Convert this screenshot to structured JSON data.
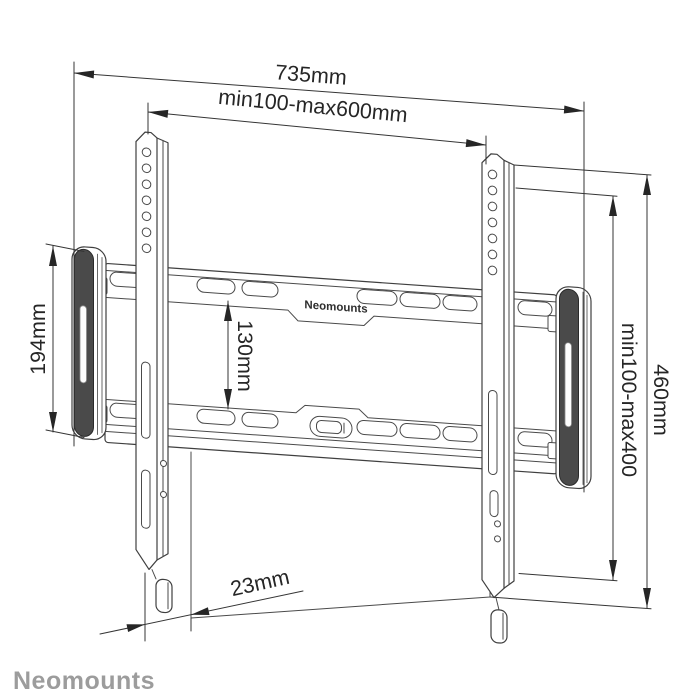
{
  "dimensions": {
    "total_width": "735mm",
    "vesa_width_range": "min100-max600mm",
    "plate_height": "194mm",
    "inner_gap": "130mm",
    "vesa_height_range": "min100-max400",
    "total_height": "460mm",
    "wall_depth": "23mm"
  },
  "branding": {
    "plate_logo": "Neomounts",
    "footer_logo": "Neomounts"
  },
  "colors": {
    "background": "#ffffff",
    "line": "#3f3f3f",
    "dimension_text": "#262626",
    "cap_fill": "#4a4a4a",
    "brand_gray": "#9c9c9c"
  }
}
